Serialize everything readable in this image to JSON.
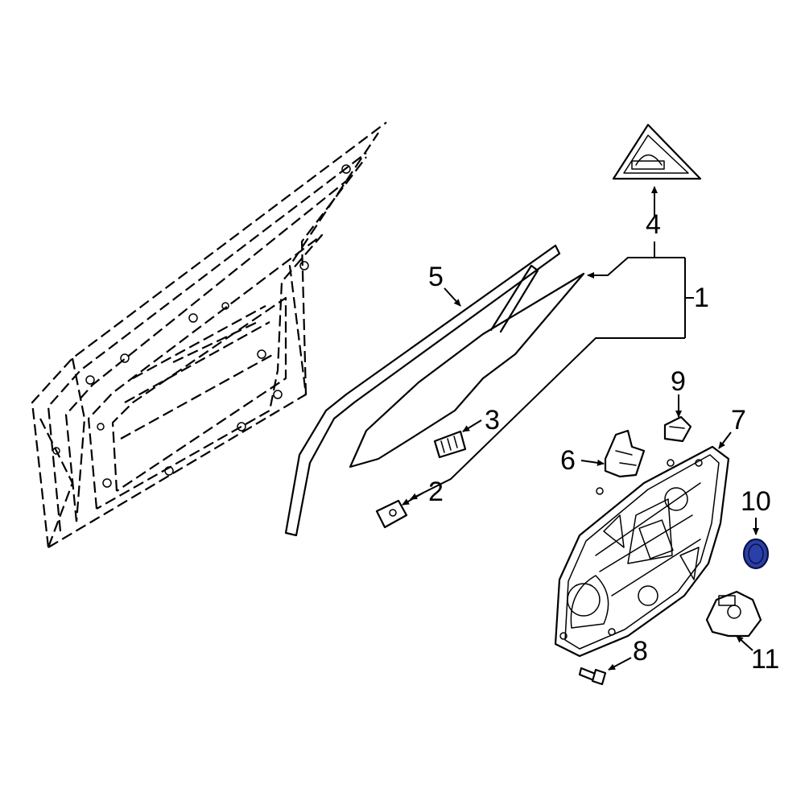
{
  "callouts": [
    {
      "id": "1",
      "label": "1"
    },
    {
      "id": "2",
      "label": "2"
    },
    {
      "id": "3",
      "label": "3"
    },
    {
      "id": "4",
      "label": "4"
    },
    {
      "id": "5",
      "label": "5"
    },
    {
      "id": "6",
      "label": "6"
    },
    {
      "id": "7",
      "label": "7"
    },
    {
      "id": "8",
      "label": "8"
    },
    {
      "id": "9",
      "label": "9"
    },
    {
      "id": "10",
      "label": "10"
    },
    {
      "id": "11",
      "label": "11"
    }
  ],
  "colors": {
    "line": "#000000",
    "background": "#ffffff",
    "highlight_fill": "#2a3fa8",
    "highlight_stroke": "#0b1240"
  },
  "highlighted_part": "10"
}
